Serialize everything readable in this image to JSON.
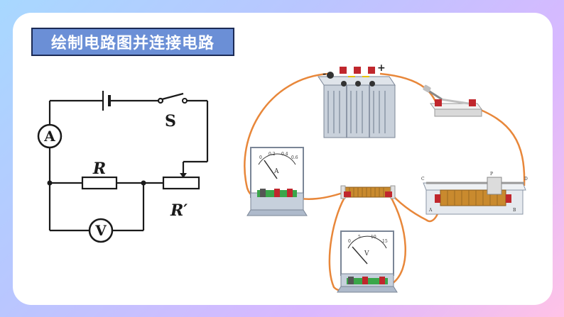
{
  "slide": {
    "title": "绘制电路图并连接电路"
  },
  "schematic": {
    "ammeter_symbol": "A",
    "voltmeter_symbol": "V",
    "switch_label": "S",
    "resistor_label": "R",
    "rheostat_label": "R′"
  },
  "apparatus": {
    "battery_plus": "+",
    "battery_minus": "-",
    "ammeter_letter": "A",
    "voltmeter_letter": "V",
    "ammeter_scale": [
      "0",
      "0.2",
      "0.4",
      "0.6"
    ],
    "voltmeter_scale": [
      "0",
      "5",
      "10",
      "15"
    ],
    "rheostat_terminals": [
      "C",
      "P",
      "D",
      "A",
      "B"
    ]
  },
  "colors": {
    "title_bg": "#6b8fd6",
    "wire": "#e8873a",
    "schematic_line": "#1a1a1a"
  }
}
